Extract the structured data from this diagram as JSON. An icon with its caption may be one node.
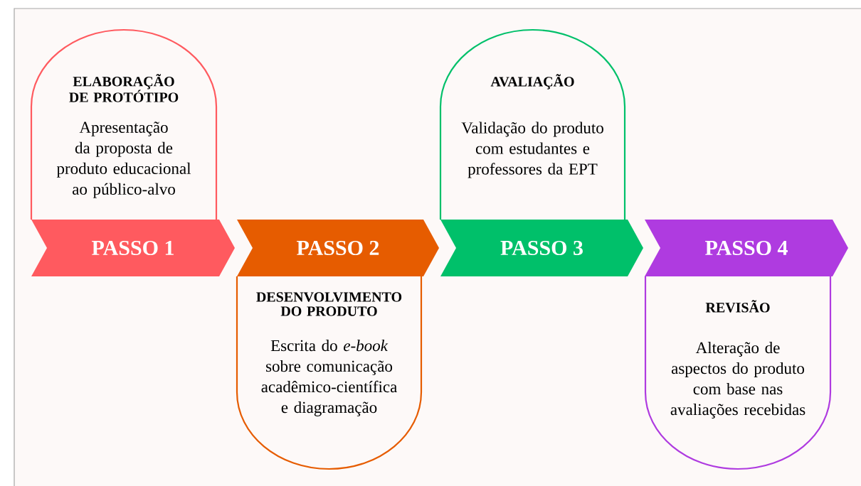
{
  "diagram": {
    "nodes": [
      {
        "text": [
          "PASSO 1"
        ]
      },
      {
        "text": [
          "PASSO 2"
        ]
      },
      {
        "text": [
          "PASSO 3"
        ]
      },
      {
        "text": [
          "PASSO 4"
        ]
      },
      {
        "text": [
          "ELABORAÇÃO DE PROTÓTIPO",
          "Apresentação da proposta de produto educacional ao público-alvo"
        ]
      },
      {
        "text": [
          "DESENVOLVIMENTO DO PRODUTO",
          "Escrita do *e-book* sobre comunicação acadêmico-científica e diagramação"
        ]
      },
      {
        "text": [
          "AVALIAÇÃO",
          "Validação do produto com estudantes e professores da EPT"
        ]
      },
      {
        "text": [
          "REVISÃO",
          "Alteração de aspectos do produto com base nas avaliações recebidas"
        ]
      }
    ]
  }
}
